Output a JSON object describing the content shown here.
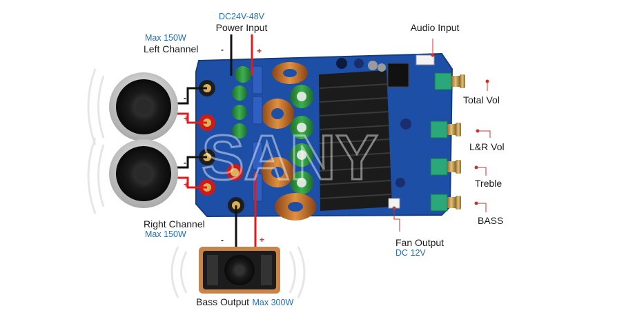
{
  "labels": {
    "power_input": {
      "spec": "DC24V-48V",
      "name": "Power Input"
    },
    "audio_input": {
      "name": "Audio Input"
    },
    "left_channel": {
      "spec": "Max 150W",
      "name": "Left Channel"
    },
    "right_channel": {
      "name": "Right Channel",
      "spec": "Max 150W"
    },
    "bass_output": {
      "name": "Bass Output",
      "spec": "Max 300W"
    },
    "fan_output": {
      "name": "Fan Output",
      "spec": "DC 12V"
    },
    "total_vol": "Total  Vol",
    "lr_vol": "L&R  Vol",
    "treble": "Treble",
    "bass": "BASS"
  },
  "polarity": {
    "minus": "-",
    "plus": "+"
  },
  "watermark": "SANY",
  "colors": {
    "board": "#1d4fa6",
    "spec_text": "#1f6fb8",
    "wire_positive": "#e01b1b",
    "wire_negative": "#111111",
    "heatsink": "#1b1b1b",
    "coil_copper": "#c8702a",
    "speaker_rim": "#bfbfbf",
    "bass_box": "#c9844a"
  }
}
